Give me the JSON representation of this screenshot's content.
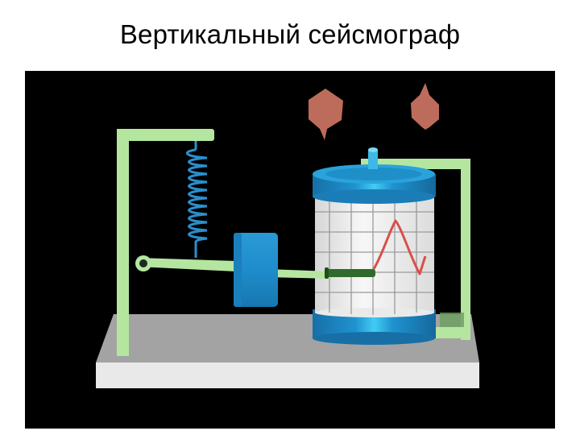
{
  "slide": {
    "title": "Вертикальный сейсмограф"
  },
  "figure": {
    "description": "Animated illustration of a vertical seismograph",
    "parts": {
      "frame": "green L-shaped stand",
      "spring": "blue coil spring",
      "pivot": "hinge",
      "arm": "horizontal lever arm",
      "mass": "blue inertial mass",
      "pen": "green recording pen",
      "drum": "rotating recording drum with grid paper",
      "trace": "red seismic trace",
      "base": "grey platform",
      "motion_arrows": "up-down motion arrows"
    },
    "colors": {
      "background": "#000000",
      "frame": "#b5e6a0",
      "blue": "#1f8fc8",
      "blue_light": "#3fc6f0",
      "pen": "#2f6b2a",
      "trace": "#d8504a",
      "arrow": "#d87a66",
      "base_top": "#a3a3a3",
      "base_front": "#e8e8e8",
      "paper": "#f0f0f0",
      "grid": "#9a9a9a"
    }
  }
}
